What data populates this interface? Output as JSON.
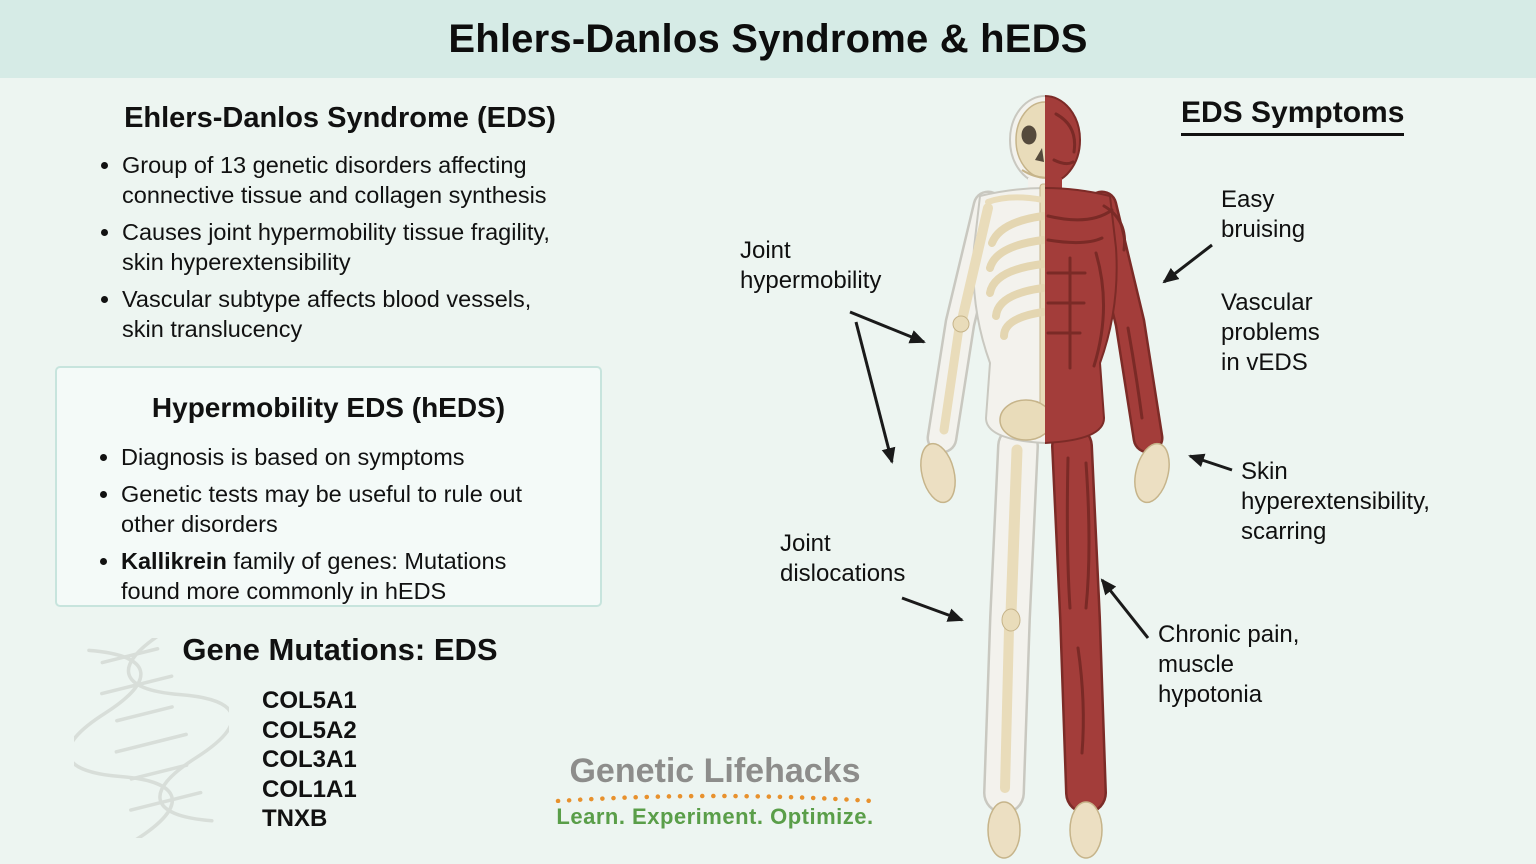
{
  "banner": {
    "title": "Ehlers-Danlos Syndrome & hEDS"
  },
  "eds_section": {
    "heading": "Ehlers-Danlos Syndrome (EDS)",
    "bullets": [
      "Group of 13 genetic disorders affecting\nconnective tissue and collagen synthesis",
      "Causes joint hypermobility tissue fragility,\nskin hyperextensibility",
      "Vascular subtype affects blood vessels,\nskin translucency"
    ]
  },
  "heds_box": {
    "heading": "Hypermobility EDS (hEDS)",
    "bullets": [
      "Diagnosis is based on symptoms",
      "Genetic tests may be useful to rule out\nother disorders",
      {
        "bold": "Kallikrein",
        "rest": " family of genes: Mutations\nfound more commonly in hEDS"
      }
    ]
  },
  "genes_section": {
    "heading": "Gene Mutations: EDS",
    "genes": [
      "COL5A1",
      "COL5A2",
      "COL3A1",
      "COL1A1",
      "TNXB"
    ]
  },
  "symptoms": {
    "heading": "EDS Symptoms",
    "labels": [
      {
        "id": "joint-hypermobility",
        "text": "Joint\nhypermobility"
      },
      {
        "id": "easy-bruising",
        "text": "Easy\nbruising"
      },
      {
        "id": "vascular-problems",
        "text": "Vascular\nproblems\nin vEDS"
      },
      {
        "id": "skin-hyperextensibility",
        "text": "Skin\nhyperextensibility,\nscarring"
      },
      {
        "id": "joint-dislocations",
        "text": "Joint\ndislocations"
      },
      {
        "id": "chronic-pain",
        "text": "Chronic pain,\nmuscle\nhypotonia"
      }
    ]
  },
  "logo": {
    "name": "Genetic Lifehacks",
    "tagline": "Learn. Experiment. Optimize."
  },
  "colors": {
    "banner_bg": "#d6ebe6",
    "page_bg": "#edf5f1",
    "box_border": "#c7e4dd",
    "muscle_red": "#a33d3a",
    "bone": "#e9dcba",
    "logo_gray": "#8d8d8b",
    "tagline_green": "#5a9e49",
    "dots_orange": "#e8912d",
    "arrow_black": "#1a1a1a"
  }
}
